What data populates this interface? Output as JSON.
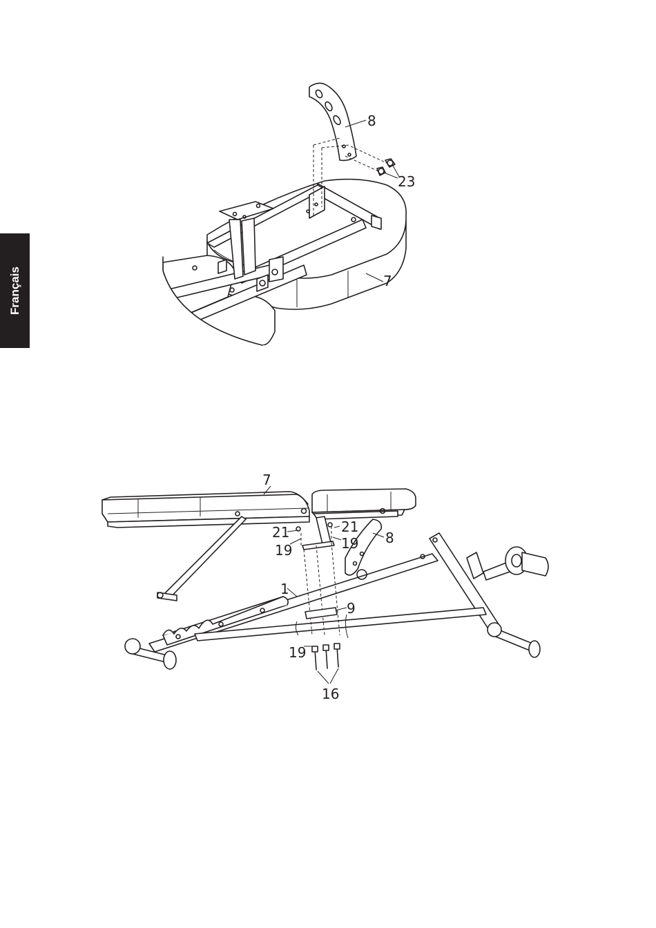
{
  "side_tab": {
    "language": "Français",
    "background": "#231f20",
    "text_color": "#ffffff"
  },
  "figure_top": {
    "callouts": {
      "backrest_bracket": "8",
      "screws": "23",
      "backrest_pad": "7"
    }
  },
  "figure_bottom": {
    "callouts": {
      "seat": "7",
      "washer_left": "21",
      "spacer_left": "19",
      "washer_right": "21",
      "spacer_right": "19",
      "bracket": "8",
      "main_frame": "1",
      "plate": "9",
      "spacer_bottom": "19",
      "bolts": "16"
    }
  }
}
